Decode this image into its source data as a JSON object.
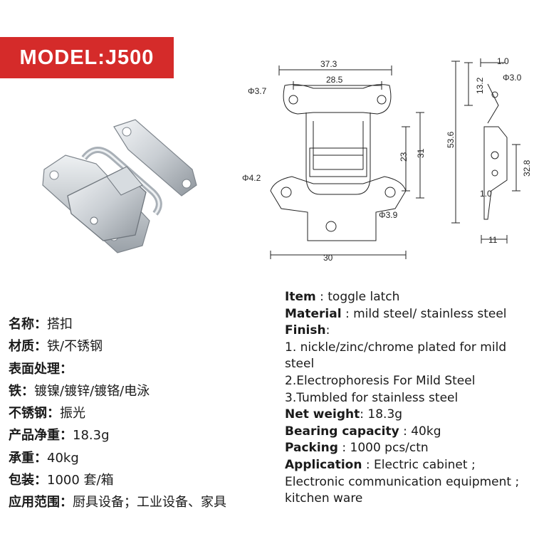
{
  "banner": {
    "title": "MODEL:J500"
  },
  "drawing": {
    "dims": {
      "top_width": "37.3",
      "hole_spacing": "28.5",
      "top_hole": "Φ3.7",
      "side_top": "1.0",
      "side_hole": "Φ3.0",
      "side_height": "13.2",
      "length_outer": "31",
      "length_inner": "23",
      "total_height": "53.6",
      "lower_height": "32.8",
      "mid_hole": "Φ4.2",
      "side_thickness": "1.0",
      "bottom_hole": "Φ3.9",
      "bottom_width": "30",
      "side_width": "11"
    }
  },
  "spec_cn": [
    {
      "key": "名称：",
      "value": "搭扣"
    },
    {
      "key": "材质：",
      "value": "铁/不锈钢"
    },
    {
      "key": "表面处理：",
      "value": ""
    },
    {
      "key": "铁：",
      "value": "镀镍/镀锌/镀铬/电泳"
    },
    {
      "key": "不锈钢：",
      "value": "振光"
    },
    {
      "key": "产品净重：",
      "value": "18.3g"
    },
    {
      "key": "承重：",
      "value": "40kg"
    },
    {
      "key": "包装：",
      "value": "1000 套/箱"
    },
    {
      "key": "应用范围：",
      "value": "厨具设备；工业设备、家具"
    }
  ],
  "spec_en": {
    "item_key": "Item",
    "item_value": "toggle latch",
    "material_key": "Material",
    "material_value": "mild steel/ stainless steel",
    "finish_key": "Finish",
    "finish_1": "1. nickle/zinc/chrome plated for mild steel",
    "finish_2": "2.Electrophoresis For Mild Steel",
    "finish_3": "3.Tumbled for stainless steel",
    "weight_key": "Net weight",
    "weight_value": "18.3g",
    "capacity_key": "Bearing capacity",
    "capacity_value": "40kg",
    "packing_key": "Packing",
    "packing_value": "1000 pcs/ctn",
    "application_key": "Application",
    "application_value": "Electric cabinet ; Electronic communication equipment ; kitchen ware"
  }
}
